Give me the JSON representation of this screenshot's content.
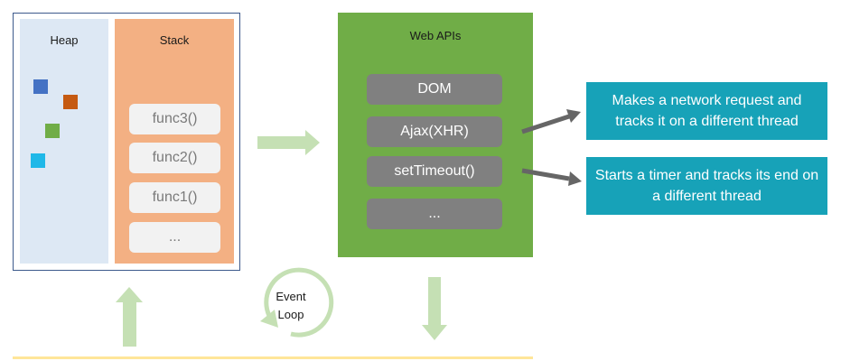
{
  "heap": {
    "title": "Heap",
    "blocks": [
      {
        "color": "#4472c4"
      },
      {
        "color": "#c55a11"
      },
      {
        "color": "#70ad47"
      },
      {
        "color": "#1fb8e8"
      }
    ]
  },
  "stack": {
    "title": "Stack",
    "frames": [
      "func3()",
      "func2()",
      "func1()",
      "..."
    ]
  },
  "web_apis": {
    "title": "Web APIs",
    "items": [
      "DOM",
      "Ajax(XHR)",
      "setTimeout()",
      "..."
    ]
  },
  "callouts": [
    "Makes a network request and tracks it on a different thread",
    "Starts a timer and tracks its end on a different thread"
  ],
  "event_loop": {
    "line1": "Event",
    "line2": "Loop"
  },
  "colors": {
    "engine_border": "#3d5a8c",
    "heap_bg": "#dde8f4",
    "stack_bg": "#f3b083",
    "web_apis_bg": "#70ad47",
    "api_item_bg": "#808080",
    "callout_bg": "#17a2b8",
    "flow_arrow": "#c5e0b4",
    "pointer_arrow": "#666666",
    "queue_line": "#ffe699"
  }
}
